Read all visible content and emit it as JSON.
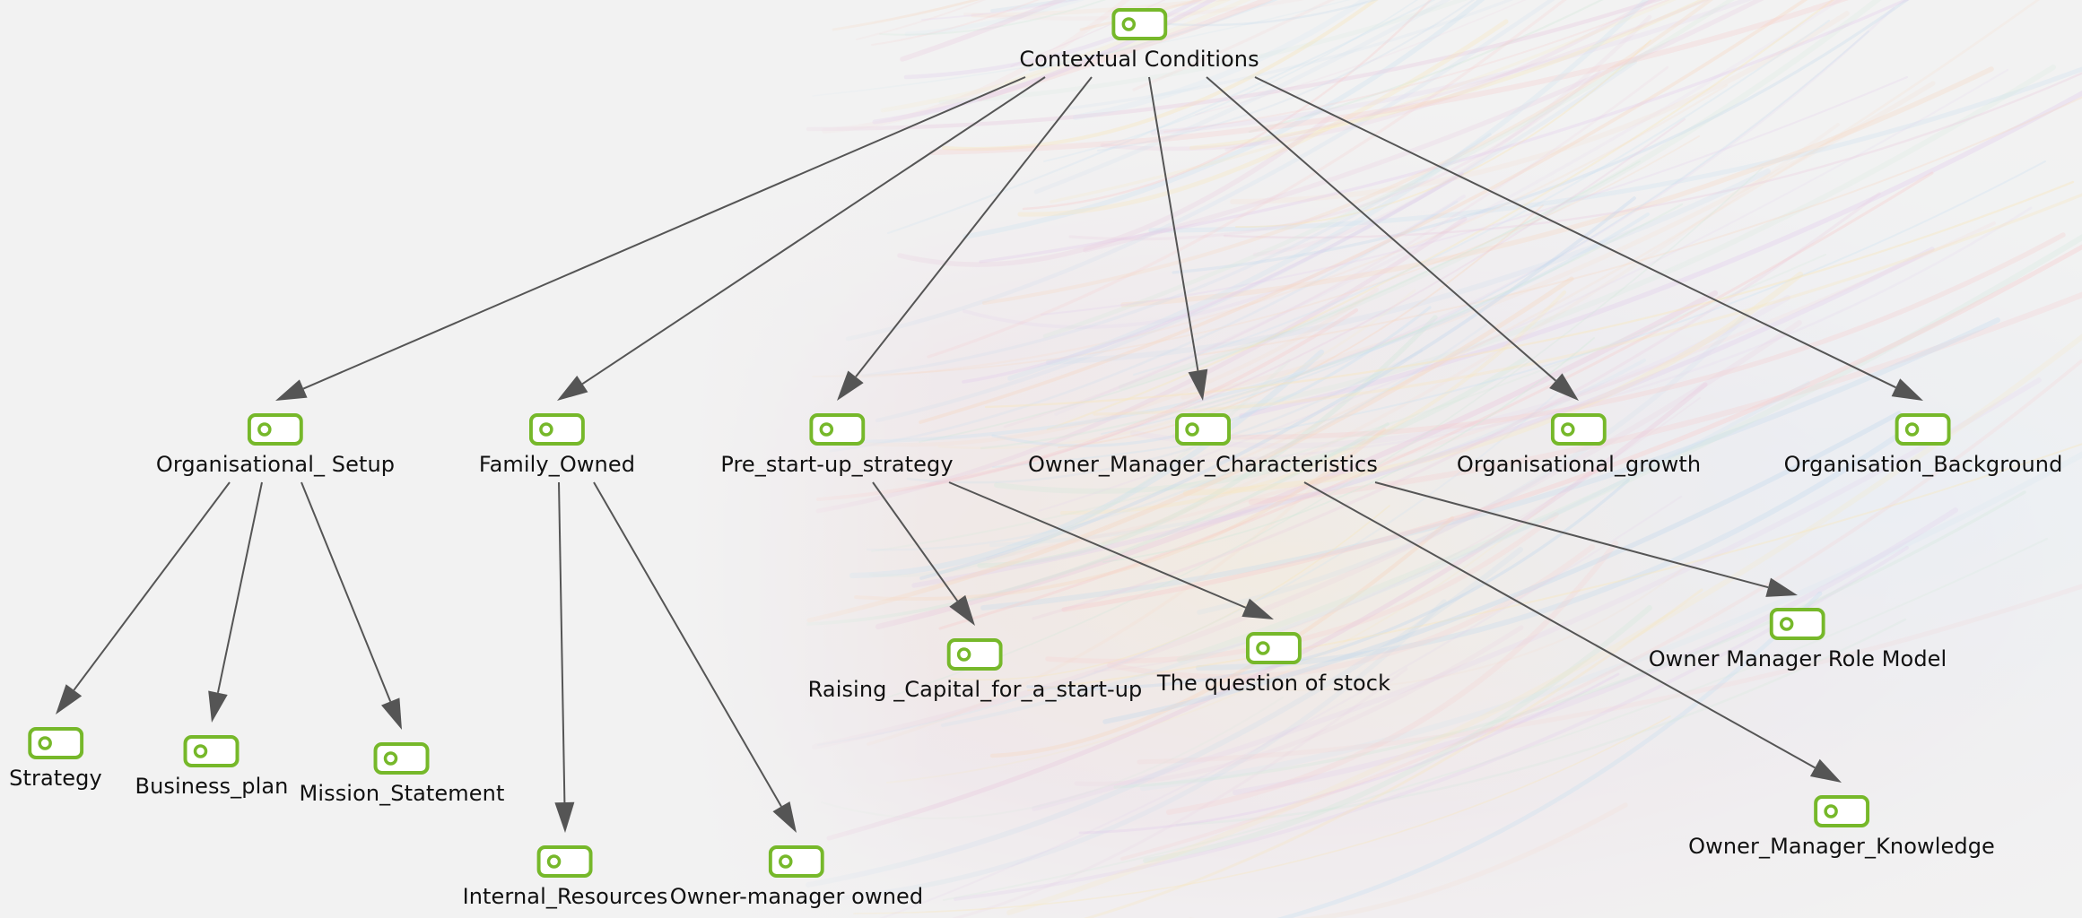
{
  "diagram": {
    "nodes": [
      {
        "id": "contextual_conditions",
        "label": "Contextual Conditions",
        "icon": "code-icon"
      },
      {
        "id": "organisational_setup",
        "label": "Organisational_ Setup",
        "icon": "code-icon"
      },
      {
        "id": "family_owned",
        "label": "Family_Owned",
        "icon": "code-icon"
      },
      {
        "id": "pre_start_up_strategy",
        "label": "Pre_start-up_strategy",
        "icon": "code-icon"
      },
      {
        "id": "owner_manager_characteristics",
        "label": "Owner_Manager_Characteristics",
        "icon": "code-icon"
      },
      {
        "id": "organisational_growth",
        "label": "Organisational_growth",
        "icon": "code-icon"
      },
      {
        "id": "organisation_background",
        "label": "Organisation_Background",
        "icon": "code-icon"
      },
      {
        "id": "strategy",
        "label": "Strategy",
        "icon": "code-icon"
      },
      {
        "id": "business_plan",
        "label": "Business_plan",
        "icon": "code-icon"
      },
      {
        "id": "mission_statement",
        "label": "Mission_Statement",
        "icon": "code-icon"
      },
      {
        "id": "internal_resources",
        "label": "Internal_Resources",
        "icon": "code-icon"
      },
      {
        "id": "owner_manager_owned",
        "label": "Owner-manager owned",
        "icon": "code-icon"
      },
      {
        "id": "raising_capital",
        "label": "Raising _Capital_for_a_start-up",
        "icon": "code-icon"
      },
      {
        "id": "question_of_stock",
        "label": "The question of stock",
        "icon": "code-icon"
      },
      {
        "id": "owner_manager_role_model",
        "label": "Owner Manager Role Model",
        "icon": "code-icon"
      },
      {
        "id": "owner_manager_knowledge",
        "label": "Owner_Manager_Knowledge",
        "icon": "code-icon"
      }
    ],
    "edges": [
      {
        "from": "contextual_conditions",
        "to": "organisational_setup"
      },
      {
        "from": "contextual_conditions",
        "to": "family_owned"
      },
      {
        "from": "contextual_conditions",
        "to": "pre_start_up_strategy"
      },
      {
        "from": "contextual_conditions",
        "to": "owner_manager_characteristics"
      },
      {
        "from": "contextual_conditions",
        "to": "organisational_growth"
      },
      {
        "from": "contextual_conditions",
        "to": "organisation_background"
      },
      {
        "from": "organisational_setup",
        "to": "strategy"
      },
      {
        "from": "organisational_setup",
        "to": "business_plan"
      },
      {
        "from": "organisational_setup",
        "to": "mission_statement"
      },
      {
        "from": "family_owned",
        "to": "internal_resources"
      },
      {
        "from": "family_owned",
        "to": "owner_manager_owned"
      },
      {
        "from": "pre_start_up_strategy",
        "to": "raising_capital"
      },
      {
        "from": "pre_start_up_strategy",
        "to": "question_of_stock"
      },
      {
        "from": "owner_manager_characteristics",
        "to": "owner_manager_role_model"
      },
      {
        "from": "owner_manager_characteristics",
        "to": "owner_manager_knowledge"
      }
    ],
    "colors": {
      "icon_stroke": "#76b82a",
      "arrow": "#555555",
      "background": "#e7e7e7"
    }
  }
}
